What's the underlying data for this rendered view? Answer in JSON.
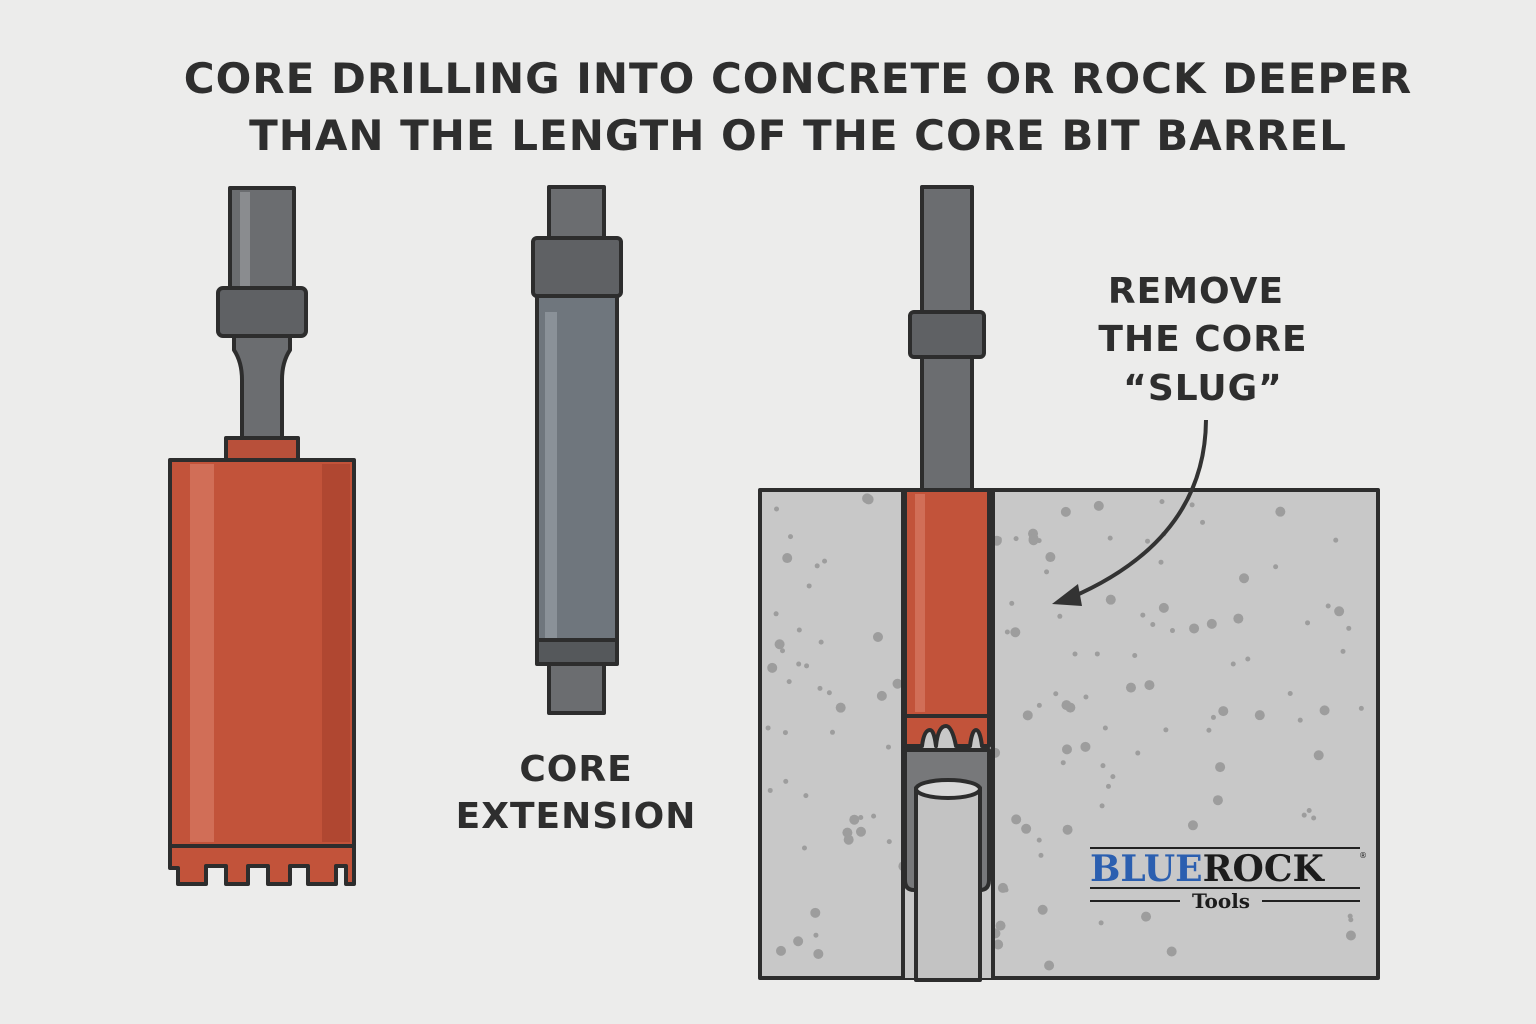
{
  "title": {
    "line1": "CORE DRILLING INTO CONCRETE OR ROCK DEEPER",
    "line2": "THAN THE LENGTH OF THE CORE BIT BARREL"
  },
  "labels": {
    "extension_line1": "CORE",
    "extension_line2": "EXTENSION",
    "slug_line1": "REMOVE",
    "slug_line2": "THE CORE",
    "slug_line3": "“SLUG”"
  },
  "logo": {
    "brand_blue": "BLUE",
    "brand_black": "ROCK",
    "sub": "Tools",
    "registered": "®"
  },
  "colors": {
    "bit_red": "#c2533a",
    "steel": "#6e7074",
    "extension": "#6f767d",
    "concrete": "#c8c8c8",
    "logo_blue": "#2b5fb0"
  }
}
